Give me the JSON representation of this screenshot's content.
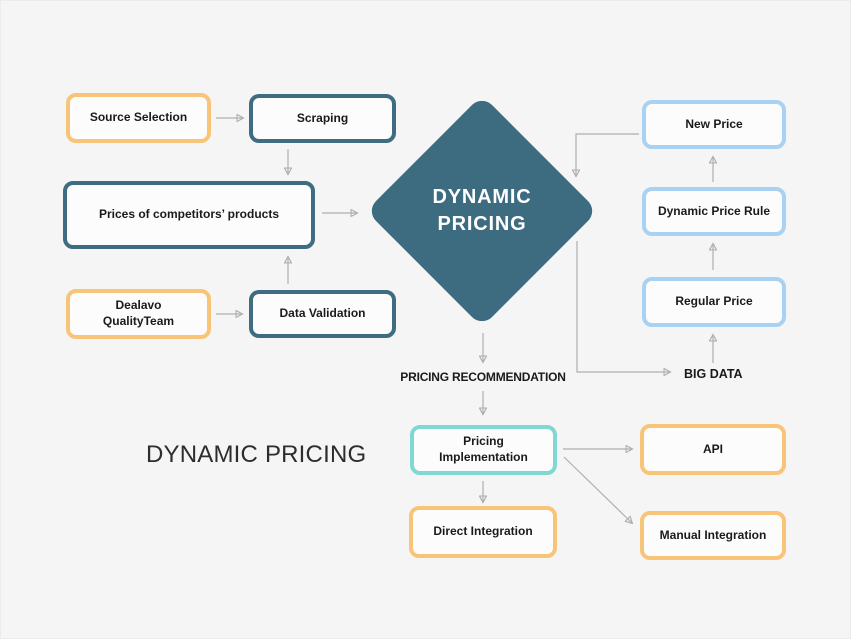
{
  "title": "DYNAMIC PRICING",
  "diamond": {
    "line1": "DYNAMIC",
    "line2": "PRICING"
  },
  "nodes": {
    "source_selection": {
      "label": "Source Selection"
    },
    "scraping": {
      "label": "Scraping"
    },
    "prices_of_competitors_products": {
      "label": "Prices of competitors’ products"
    },
    "dealavo_quality_team": {
      "line1": "Dealavo",
      "line2": "QualityTeam"
    },
    "data_validation": {
      "label": "Data Validation"
    },
    "new_price": {
      "label": "New Price"
    },
    "dynamic_price_rule": {
      "label": "Dynamic Price Rule"
    },
    "regular_price": {
      "label": "Regular Price"
    },
    "pricing_implementation": {
      "label": "Pricing Implementation"
    },
    "direct_integration": {
      "label": "Direct Integration"
    },
    "api": {
      "label": "API"
    },
    "manual_integration": {
      "label": "Manual Integration"
    }
  },
  "annotations": {
    "pricing_recommendation": "PRICING RECOMMENDATION",
    "big_data": "BIG DATA"
  },
  "colors": {
    "background": "#f5f5f6",
    "node_fill": "#fcfcfd",
    "orange_border": "#f8c477",
    "dark_teal_border": "#3e6c81",
    "light_blue_border": "#a9d1f1",
    "teal_border": "#7fd8d2",
    "diamond_fill": "#3d6b80",
    "diamond_text": "#ffffff",
    "arrow": "#afafaf",
    "text": "#1a1a1a"
  }
}
